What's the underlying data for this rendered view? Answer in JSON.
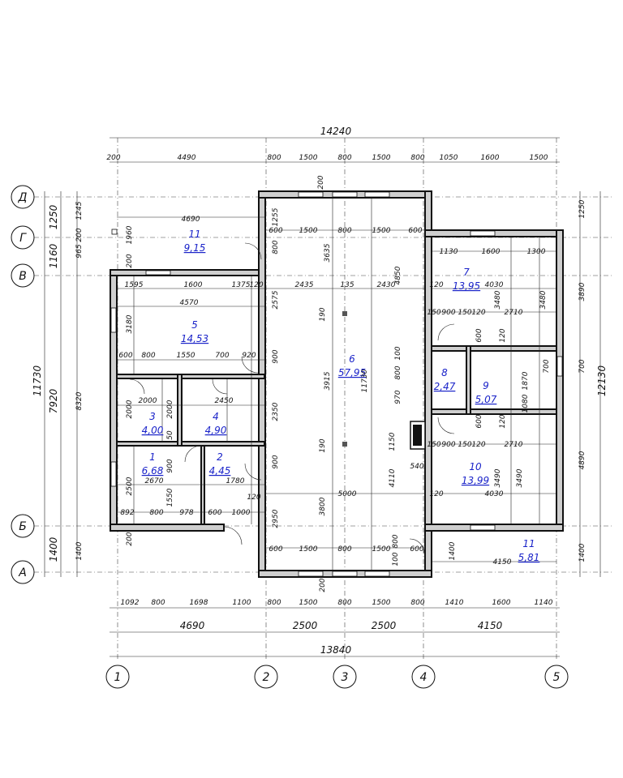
{
  "dims_top": {
    "overall": "14240",
    "row1": [
      "200",
      "4490",
      "800",
      "1500",
      "800",
      "1500",
      "800",
      "1050",
      "1600",
      "1500"
    ]
  },
  "dims_bottom": {
    "row1": [
      "1092",
      "800",
      "1698",
      "1100",
      "800",
      "1500",
      "800",
      "1500",
      "800",
      "1410",
      "1600",
      "1140"
    ],
    "row2": [
      "4690",
      "2500",
      "2500",
      "4150"
    ],
    "overall": "13840"
  },
  "dims_left": {
    "outer": [
      "1250",
      "1160",
      "11730",
      "7920",
      "1400"
    ],
    "inner": [
      "1245",
      "965",
      "200",
      "8320",
      "1400"
    ]
  },
  "dims_right": {
    "outer": [
      "1250",
      "3890",
      "700",
      "4890",
      "1400",
      "12130"
    ]
  },
  "axes_rows": [
    "Д",
    "Г",
    "В",
    "Б",
    "А"
  ],
  "axes_cols": [
    "1",
    "2",
    "3",
    "4",
    "5"
  ],
  "rooms": [
    {
      "num": "11",
      "area": "9,15"
    },
    {
      "num": "5",
      "area": "14,53"
    },
    {
      "num": "3",
      "area": "4,00"
    },
    {
      "num": "4",
      "area": "4,90"
    },
    {
      "num": "1",
      "area": "6,68"
    },
    {
      "num": "2",
      "area": "4,45"
    },
    {
      "num": "6",
      "area": "57,95"
    },
    {
      "num": "7",
      "area": "13,95"
    },
    {
      "num": "8",
      "area": "2,47"
    },
    {
      "num": "9",
      "area": "5,07"
    },
    {
      "num": "10",
      "area": "13,99"
    },
    {
      "num": "11",
      "area": "5,81"
    }
  ],
  "inner_dims": {
    "d4690": "4690",
    "d600a": "600",
    "d1500a": "1500",
    "d800a": "800",
    "d1500b": "1500",
    "d600b": "600",
    "d1595": "1595",
    "d1600a": "1600",
    "d1375": "1375",
    "d120a": "120",
    "d2435": "2435",
    "d135": "135",
    "d2430": "2430",
    "d1130": "1130",
    "d1600b": "1600",
    "d1300": "1300",
    "d120b": "120",
    "d4030a": "4030",
    "d4570": "4570",
    "d600c": "600",
    "d800b": "800",
    "d1550a": "1550",
    "d700a": "700",
    "d920": "920",
    "d150a": "150",
    "d900a": "900",
    "d150b": "150",
    "d120c": "120",
    "d2710a": "2710",
    "d2000a": "2000",
    "d2450": "2450",
    "d150c": "150",
    "d900b": "900",
    "d150d": "150",
    "d120d": "120",
    "d2710b": "2710",
    "d540": "540",
    "d2670": "2670",
    "d1780": "1780",
    "d5000": "5000",
    "d4030b": "4030",
    "d120e": "120",
    "d892": "892",
    "d800c": "800",
    "d978": "978",
    "d600d": "600",
    "d1000": "1000",
    "d120f": "120",
    "d600e": "600",
    "d1500c": "1500",
    "d800d": "800",
    "d1500d": "1500",
    "d600f": "600",
    "d4150": "4150",
    "v1960": "1960",
    "v200a": "200",
    "v1255": "1255",
    "v800a": "800",
    "v3635": "3635",
    "v4850": "4850",
    "v3180": "3180",
    "v2575": "2575",
    "v190a": "190",
    "v900a": "900",
    "v3915": "3915",
    "v11730": "11730",
    "v100a": "100",
    "v800b": "800",
    "v970": "970",
    "v3480a": "3480",
    "v3480b": "3480",
    "v120a": "120",
    "v600a": "600",
    "v1870": "1870",
    "v1080": "1080",
    "v700": "700",
    "v2000a": "2000",
    "v2000b": "2000",
    "v50": "50",
    "v2350": "2350",
    "v1150": "1150",
    "v190b": "190",
    "v2500": "2500",
    "v900b": "900",
    "v900c": "900",
    "v1550": "1550",
    "v4110": "4110",
    "v600b": "600",
    "v120b": "120",
    "v3490a": "3490",
    "v3490b": "3490",
    "v2950": "2950",
    "v3800": "3800",
    "v800c": "800",
    "v100b": "100",
    "v1400": "1400",
    "v200b": "200",
    "v200c": "200",
    "v200d": "200"
  }
}
